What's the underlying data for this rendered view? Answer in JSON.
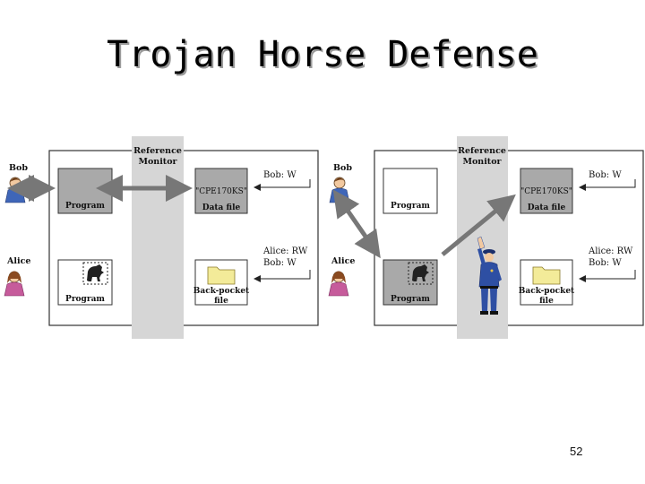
{
  "title": "Trojan Horse Defense",
  "page_number": "52",
  "labels": {
    "bob": "Bob",
    "alice": "Alice",
    "reference_monitor_line1": "Reference",
    "reference_monitor_line2": "Monitor",
    "program": "Program",
    "data_file_name": "\"CPE170KS\"",
    "data_file": "Data file",
    "bob_w": "Bob: W",
    "alice_rw": "Alice: RW",
    "back_pocket_line1": "Back-pocket",
    "back_pocket_line2": "file"
  },
  "colors": {
    "monitor_band": "#d6d6d6",
    "program_fill_gray": "#a9a9a9",
    "folder": "#f3eb99",
    "police": "#2e4fa3"
  }
}
